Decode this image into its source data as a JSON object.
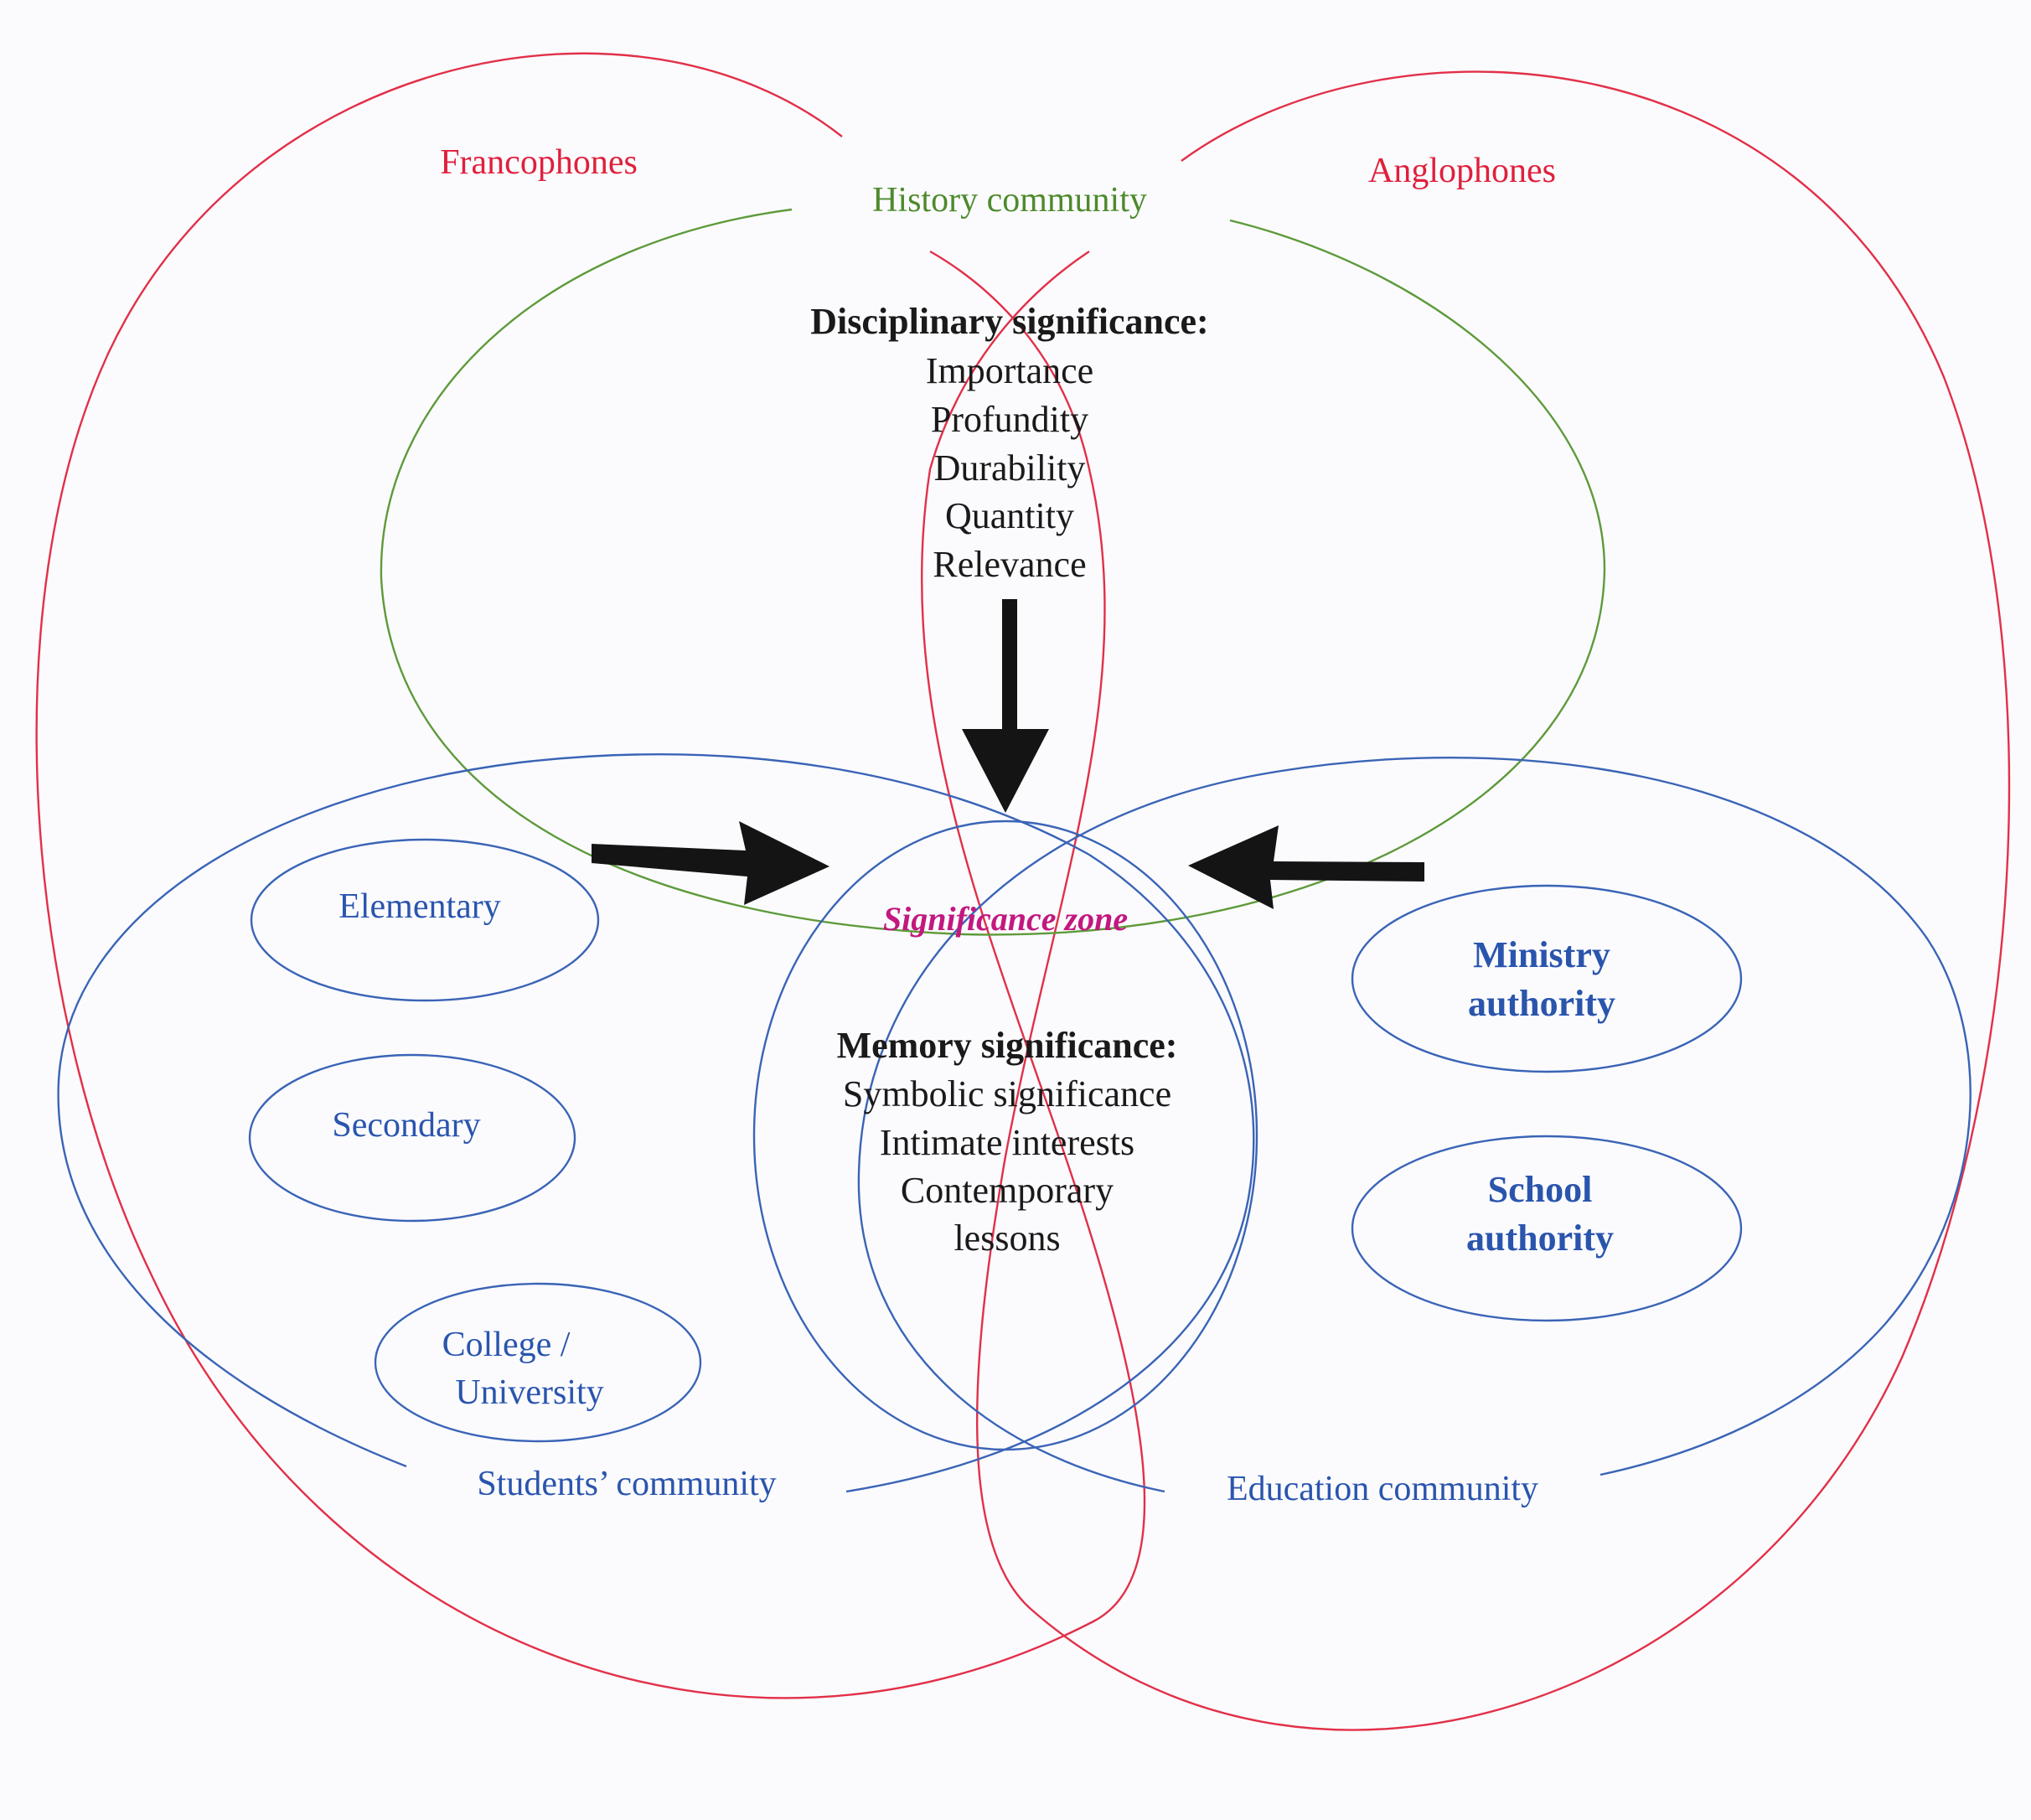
{
  "communities": {
    "francophones": "Francophones",
    "anglophones": "Anglophones",
    "history": "History community",
    "students": "Students’ community",
    "education": "Education community"
  },
  "disciplinary": {
    "title": "Disciplinary significance:",
    "items": [
      "Importance",
      "Profundity",
      "Durability",
      "Quantity",
      "Relevance"
    ]
  },
  "zone": "Significance zone",
  "memory": {
    "title": "Memory significance:",
    "items": [
      "Symbolic significance",
      "Intimate interests",
      "Contemporary",
      "lessons"
    ]
  },
  "students_groups": {
    "elementary": "Elementary",
    "secondary": "Secondary",
    "college": [
      "College /",
      "University"
    ]
  },
  "authorities": {
    "ministry": [
      "Ministry",
      "authority"
    ],
    "school": [
      "School",
      "authority"
    ]
  },
  "colors": {
    "francophone_anglophone": "#e23048",
    "history": "#5e9a3a",
    "students_education": "#3a64b6",
    "zone": "#c2187f",
    "arrows": "#141414"
  }
}
